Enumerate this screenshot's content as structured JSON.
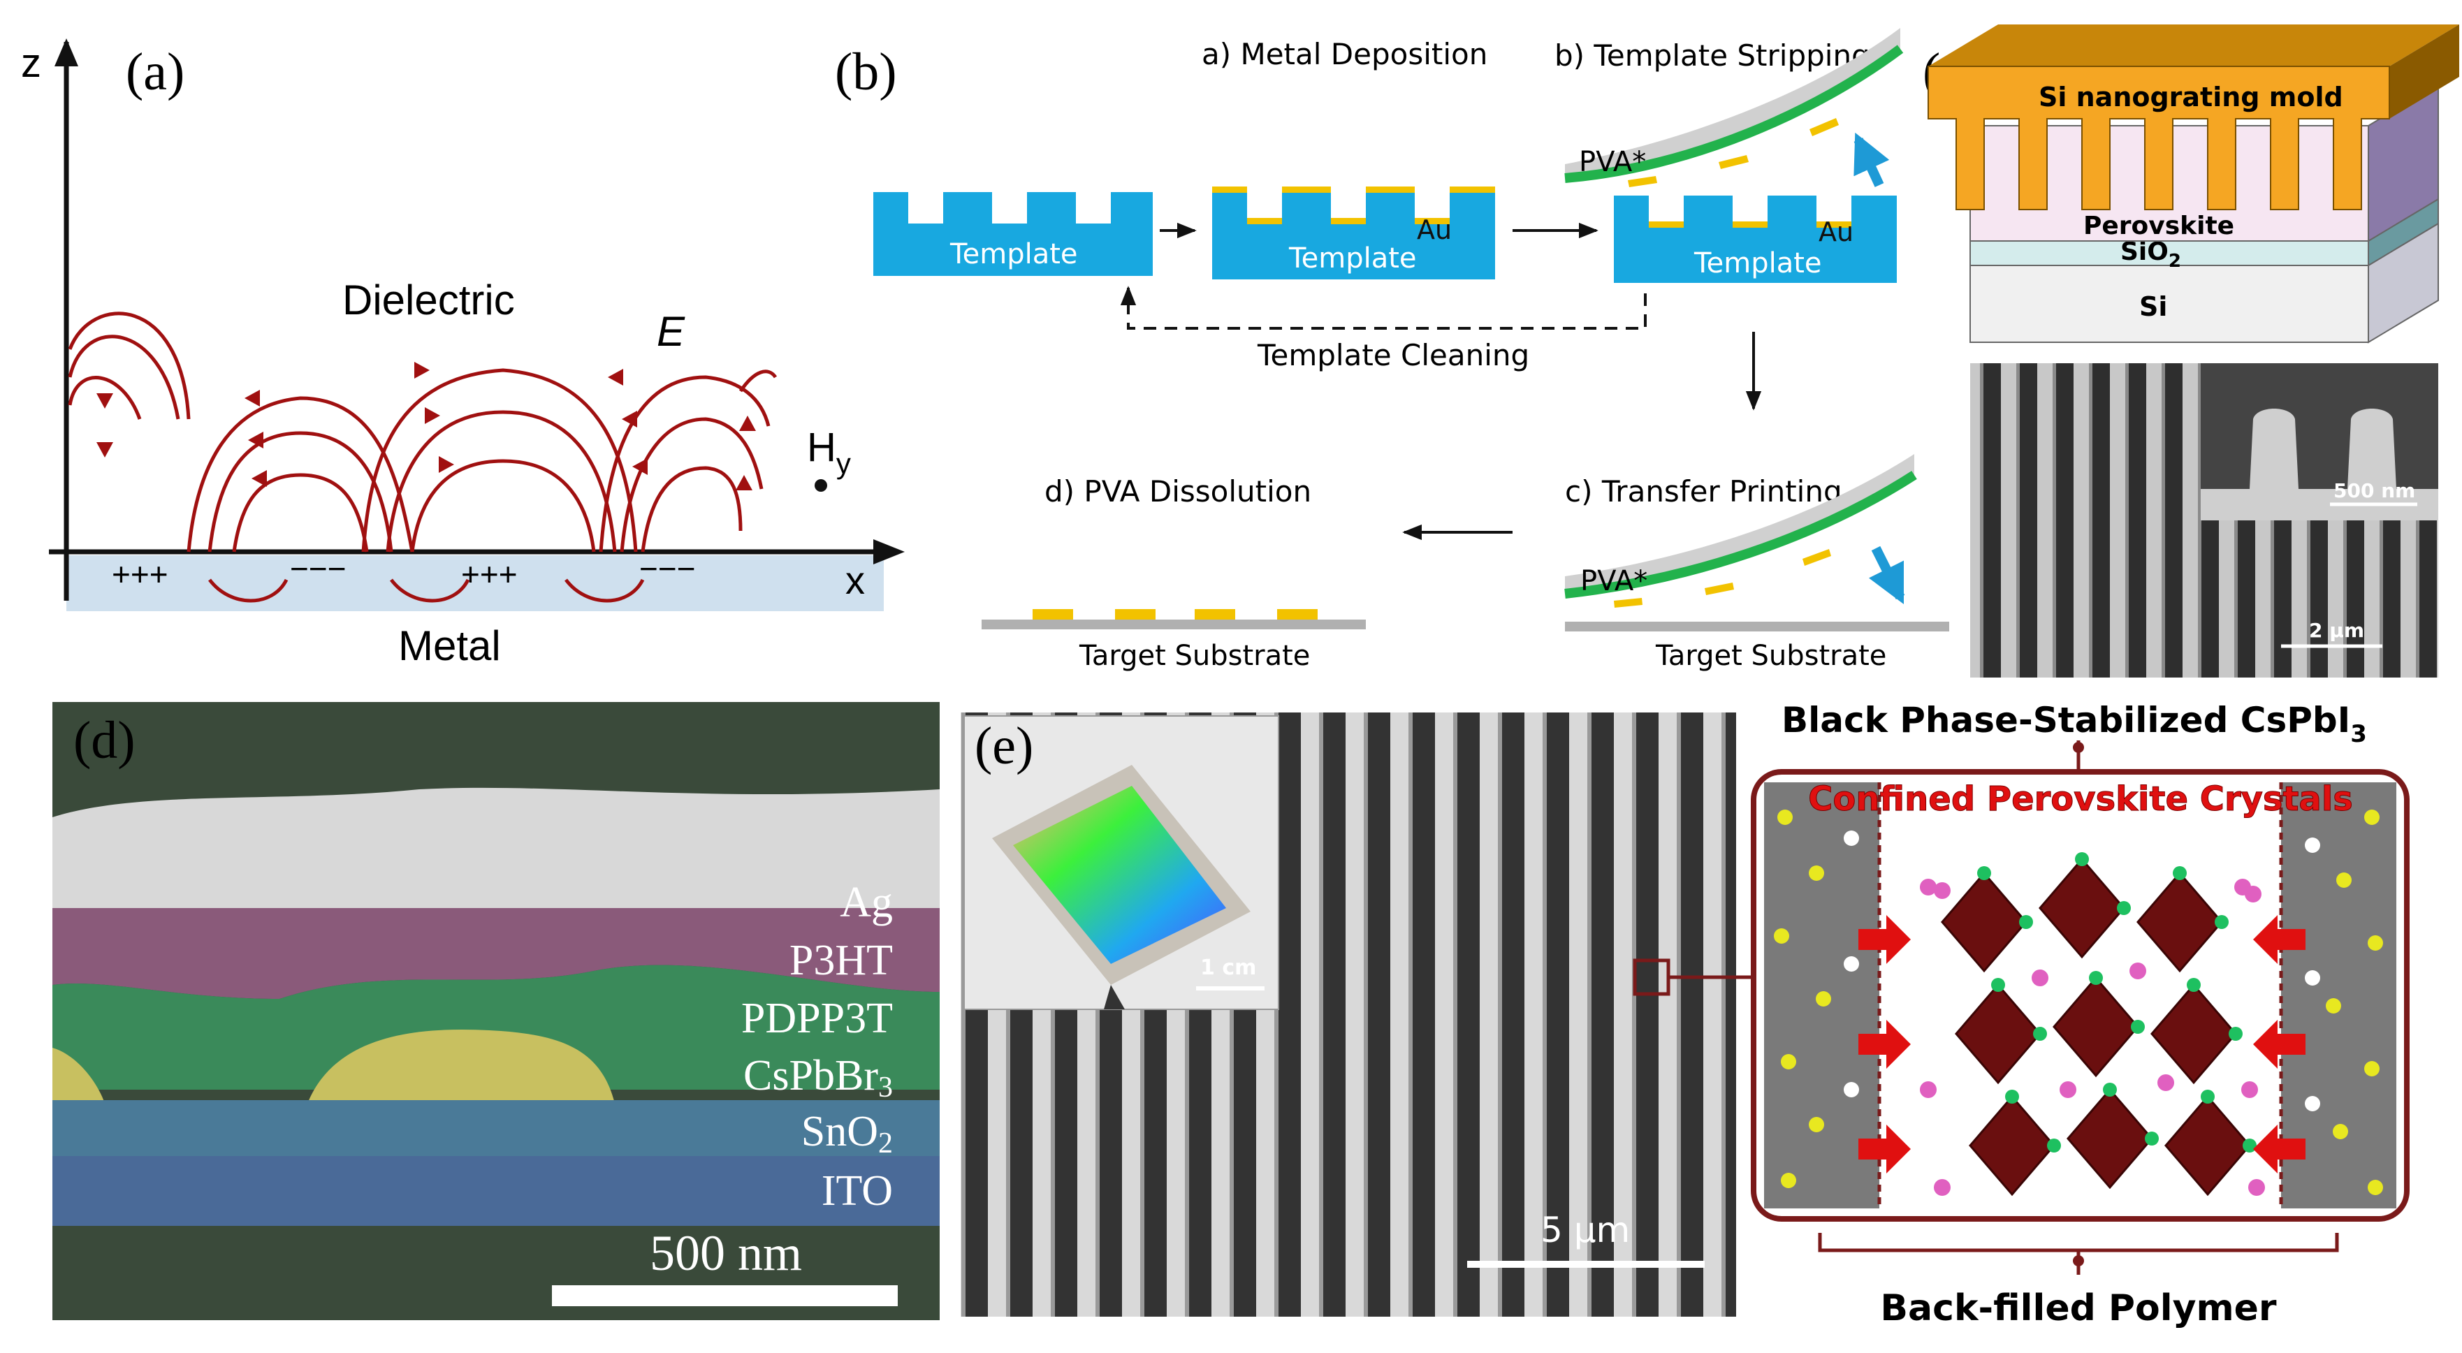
{
  "panel_labels": {
    "a": "(a)",
    "b": "(b)",
    "c": "(c)",
    "d": "(d)",
    "e": "(e)"
  },
  "panel_a": {
    "axis_z": "z",
    "axis_x": "x",
    "dielectric": "Dielectric",
    "metal": "Metal",
    "field": "E",
    "magnetic": "H",
    "magnetic_sub": "y",
    "charge_pos": "+++",
    "charge_neg": "−−−",
    "colors": {
      "field_lines": "#a01010",
      "metal": "#cfe0ee"
    }
  },
  "panel_b": {
    "step_a": "a) Metal Deposition",
    "step_b": "b) Template Stripping",
    "step_c": "c) Transfer Printing",
    "step_d": "d) PVA Dissolution",
    "template": "Template",
    "au": "Au",
    "pva": "PVA*",
    "cleaning": "Template Cleaning",
    "target": "Target Substrate",
    "colors": {
      "template": "#18a8e0",
      "gold": "#f2c200",
      "pva": "#22b24c",
      "substrate": "#b0b0b0"
    }
  },
  "panel_c": {
    "mold": "Si nanograting mold",
    "perovskite": "Perovskite",
    "sio2": "SiO",
    "sio2_sub": "2",
    "si": "Si",
    "scale_inset": "500 nm",
    "scale_main": "2 µm",
    "colors": {
      "mold": "#f5a623",
      "perovskite": "#f3e4f0",
      "side": "#8a7aa8"
    }
  },
  "panel_d": {
    "layers": [
      "Ag",
      "P3HT",
      "PDPP3T",
      "CsPbBr",
      "SnO",
      "ITO"
    ],
    "layer_subs": [
      "",
      "",
      "",
      "3",
      "2",
      ""
    ],
    "scale": "500 nm"
  },
  "panel_e": {
    "scale_main": "5 µm",
    "scale_inset": "1 cm",
    "title": "Black Phase-Stabilized CsPbI",
    "title_sub": "3",
    "confined": "Confined Perovskite Crystals",
    "polymer": "Back-filled Polymer",
    "colors": {
      "frame": "#7a1a1a",
      "octahedra": "#6a0f0f",
      "cation": "#e060c0",
      "anion": "#1ec060"
    }
  }
}
